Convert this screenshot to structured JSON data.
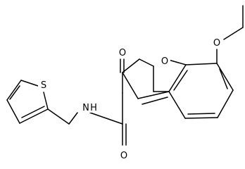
{
  "molecule": {
    "atoms": {
      "ring_oxygen": "O",
      "carbonyl_oxygen_lactone": "O",
      "ether_oxygen": "O",
      "amide_nitrogen": "N",
      "amide_hydrogen": "H",
      "amide_oxygen": "O",
      "thiophene_sulfur": "S"
    }
  }
}
